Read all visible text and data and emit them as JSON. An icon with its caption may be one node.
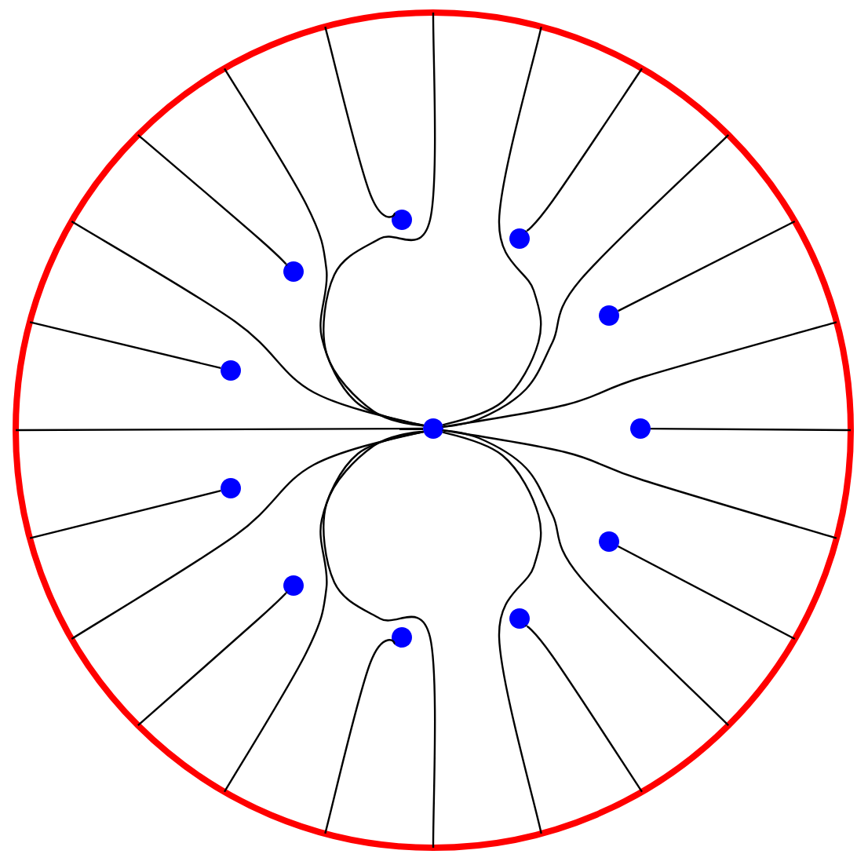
{
  "diagram": {
    "nodes": [
      {
        "text": [],
        "shape": "circle"
      },
      {
        "text": [],
        "shape": "circle",
        "in": 0
      },
      {
        "text": [],
        "shape": "circle",
        "in": 0
      },
      {
        "text": [],
        "shape": "circle",
        "in": 0
      },
      {
        "text": [],
        "shape": "circle",
        "in": 0
      },
      {
        "text": [],
        "shape": "circle",
        "in": 0
      },
      {
        "text": [],
        "shape": "circle",
        "in": 0
      },
      {
        "text": [],
        "shape": "circle",
        "in": 0
      },
      {
        "text": [],
        "shape": "circle",
        "in": 0
      },
      {
        "text": [],
        "shape": "circle",
        "in": 0
      },
      {
        "text": [],
        "shape": "circle",
        "in": 0
      },
      {
        "text": [],
        "shape": "circle",
        "in": 0
      },
      {
        "text": [],
        "shape": "circle",
        "in": 0
      }
    ],
    "edges": [
      {
        "from": 0,
        "to": 6,
        "arrow": "none"
      },
      {
        "from": 0,
        "to": 5,
        "arrow": "none"
      },
      {
        "from": 0,
        "to": 6,
        "arrow": "none"
      },
      {
        "from": 0,
        "to": 3,
        "arrow": "none"
      },
      {
        "from": 0,
        "to": 6,
        "arrow": "none"
      },
      {
        "from": 0,
        "to": 1,
        "arrow": "none"
      },
      {
        "from": 0,
        "to": 6,
        "arrow": "none"
      },
      {
        "from": 0,
        "to": 6,
        "arrow": "none"
      },
      {
        "from": 0,
        "to": 2,
        "arrow": "none"
      },
      {
        "from": 0,
        "to": 6,
        "arrow": "none"
      },
      {
        "from": 0,
        "to": 4,
        "arrow": "none"
      },
      {
        "from": 0,
        "to": 6,
        "arrow": "none"
      },
      {
        "from": 0,
        "to": 7,
        "arrow": "none"
      },
      {
        "from": 0,
        "to": 6,
        "arrow": "none"
      },
      {
        "from": 0,
        "to": 9,
        "arrow": "none"
      },
      {
        "from": 0,
        "to": 6,
        "arrow": "none"
      },
      {
        "from": 0,
        "to": 11,
        "arrow": "none"
      },
      {
        "from": 0,
        "to": 6,
        "arrow": "none"
      },
      {
        "from": 0,
        "to": 6,
        "arrow": "none"
      },
      {
        "from": 0,
        "to": 12,
        "arrow": "none"
      },
      {
        "from": 0,
        "to": 6,
        "arrow": "none"
      },
      {
        "from": 0,
        "to": 10,
        "arrow": "none"
      },
      {
        "from": 0,
        "to": 6,
        "arrow": "none"
      },
      {
        "from": 0,
        "to": 8,
        "arrow": "none"
      }
    ]
  }
}
